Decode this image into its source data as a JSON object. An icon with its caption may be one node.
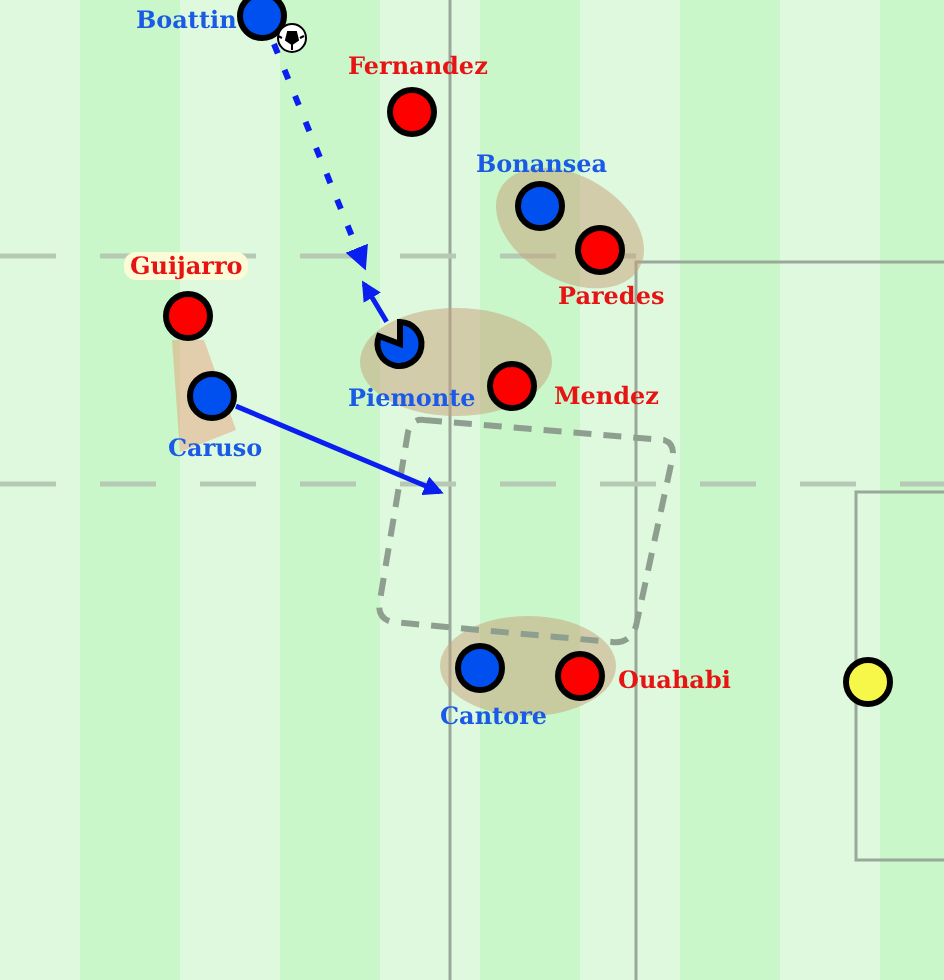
{
  "diagram": {
    "nodes": [
      {
        "text": [
          "Boattin"
        ]
      },
      {
        "text": [
          "Fernandez"
        ]
      },
      {
        "text": [
          "Bonansea"
        ]
      },
      {
        "text": [
          "Paredes"
        ]
      },
      {
        "text": [
          "Guijarro"
        ]
      },
      {
        "text": [
          "Piemonte"
        ]
      },
      {
        "text": [
          "Mendez"
        ]
      },
      {
        "text": [
          "Caruso"
        ]
      },
      {
        "text": [
          "Cantore"
        ]
      },
      {
        "text": [
          "Ouahabi"
        ]
      },
      {
        "text": [],
        "shape": "circle"
      }
    ],
    "edges": [
      {
        "from": 0,
        "to": null,
        "arrow": "to",
        "style": "dashed"
      },
      {
        "from": 5,
        "to": null,
        "arrow": "to"
      },
      {
        "from": 7,
        "to": null,
        "arrow": "to"
      }
    ]
  }
}
